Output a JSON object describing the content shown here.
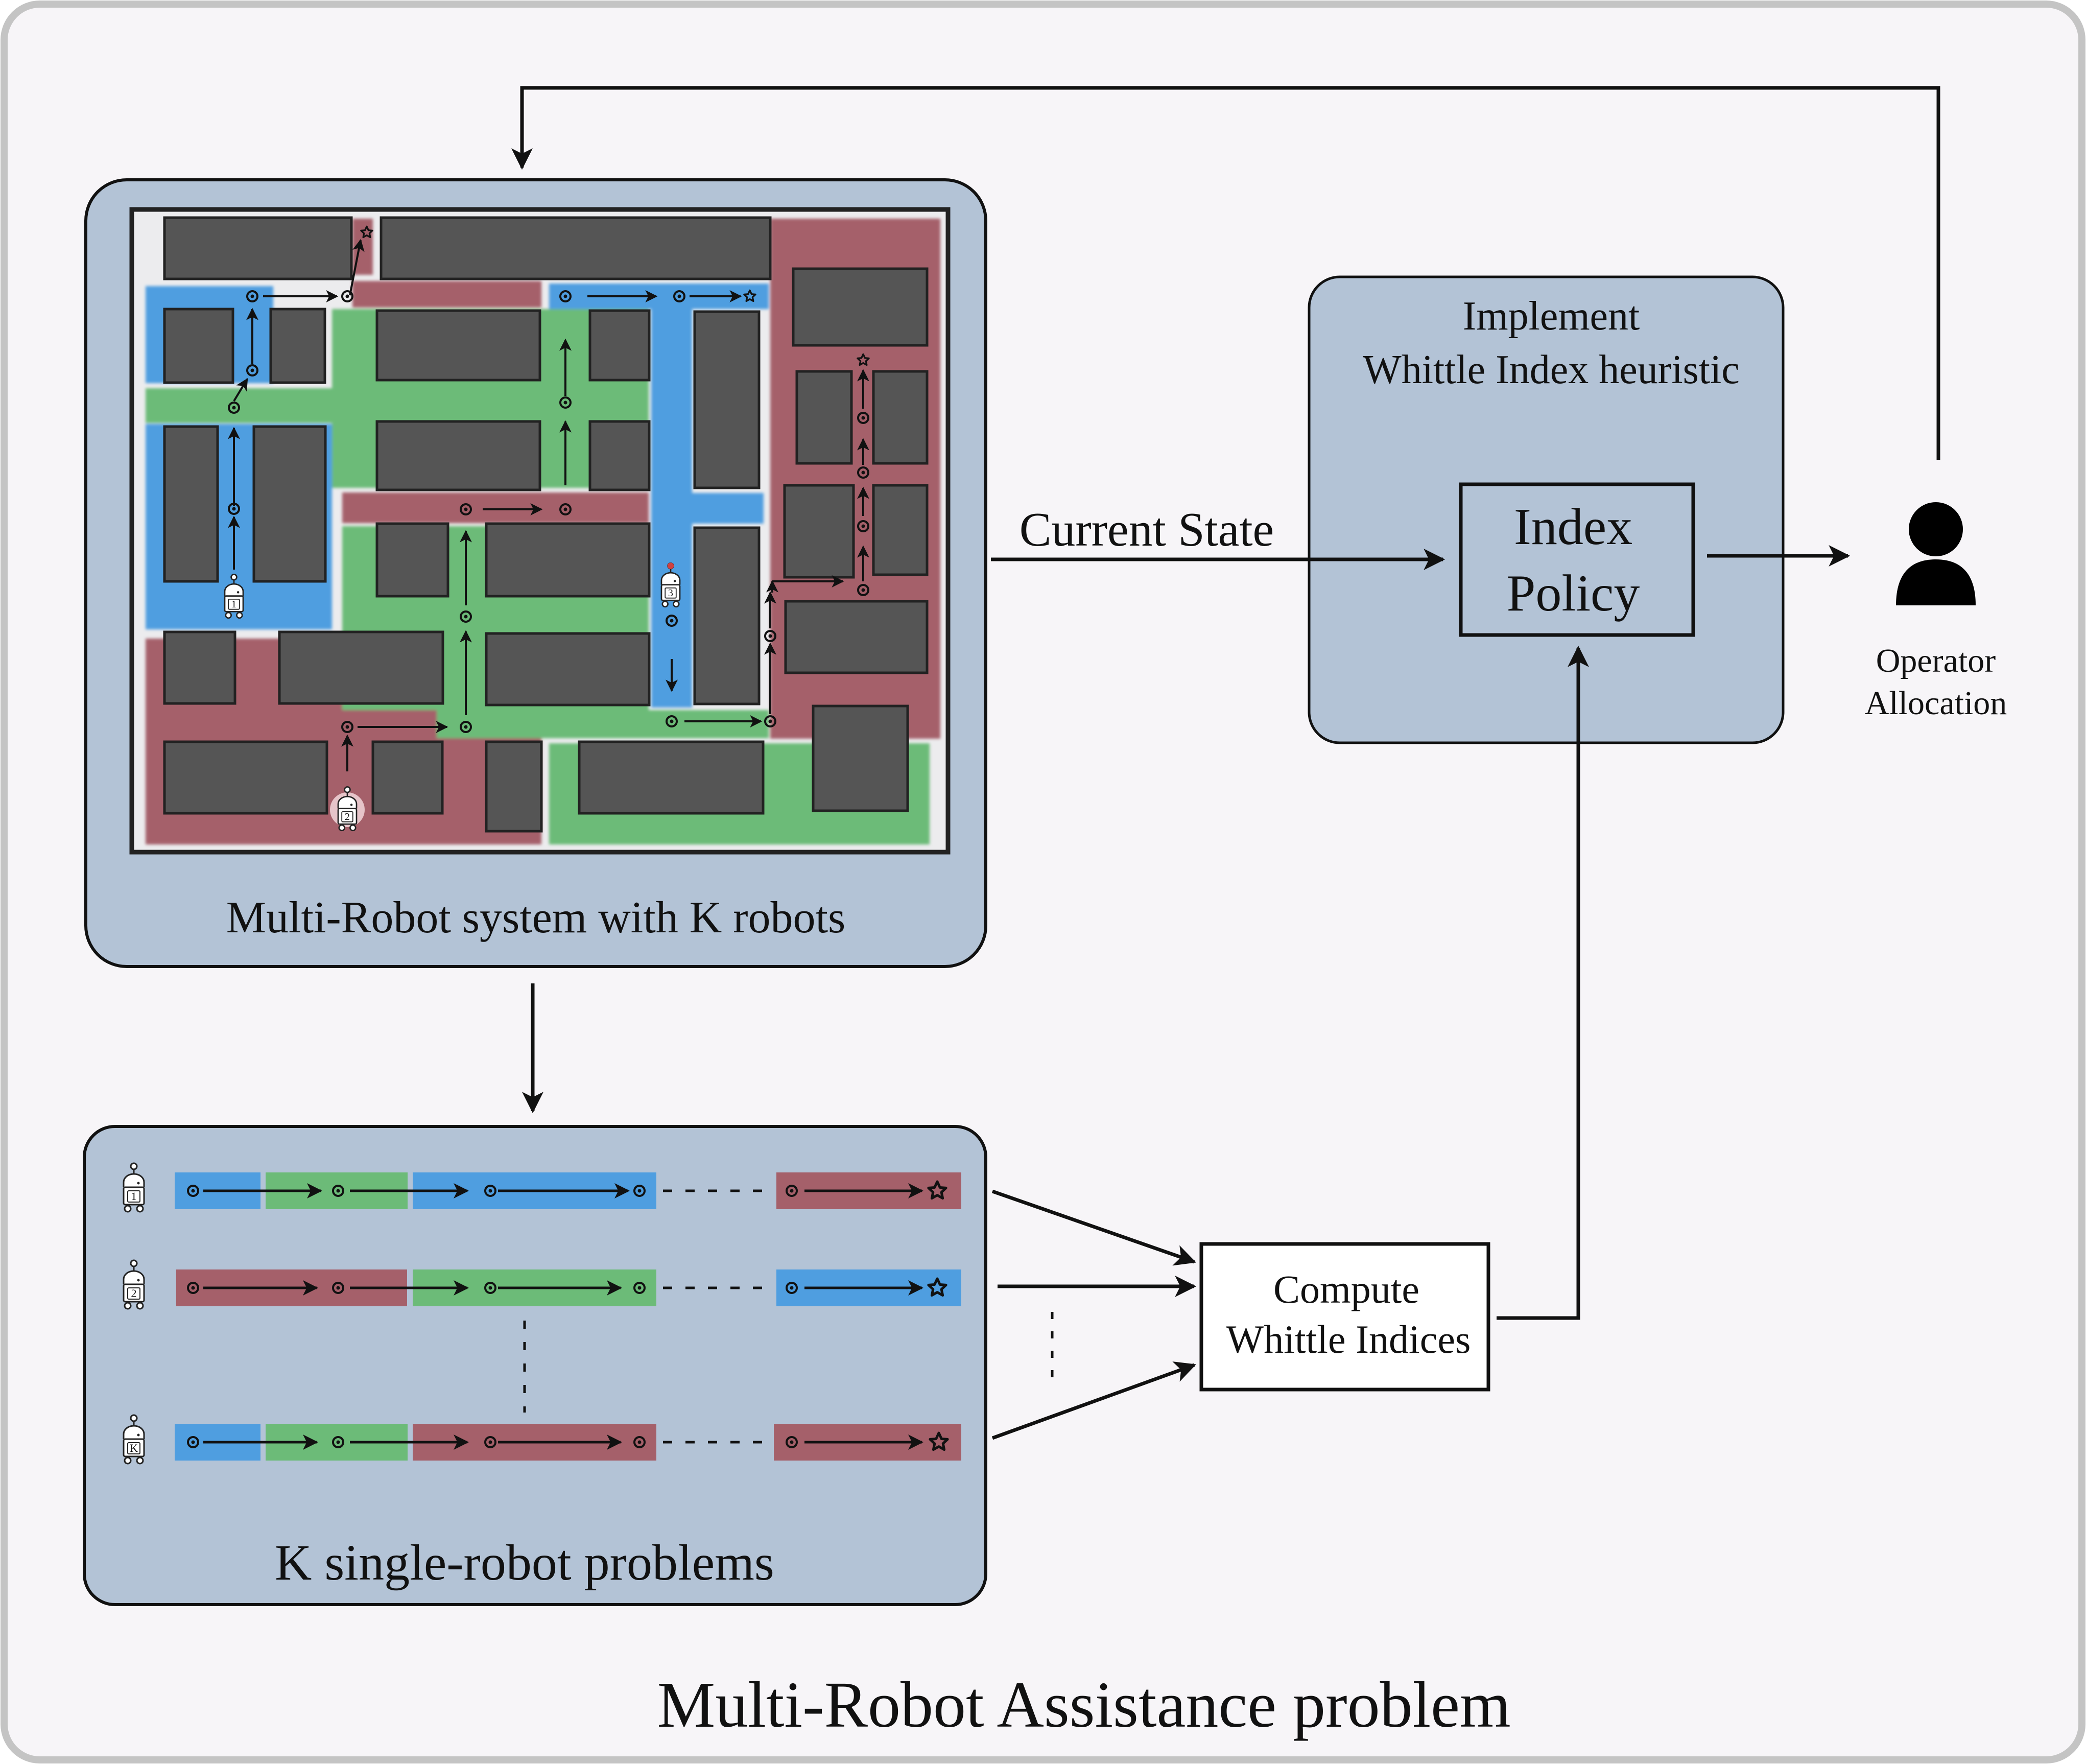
{
  "title": "Multi-Robot Assistance problem",
  "system_panel": {
    "label": "Multi-Robot system with K robots"
  },
  "problems_panel": {
    "label": "K single-robot problems"
  },
  "policy_panel": {
    "label_line1": "Implement",
    "label_line2": "Whittle Index heuristic",
    "box_line1": "Index",
    "box_line2": "Policy"
  },
  "compute_box": {
    "line1": "Compute",
    "line2": "Whittle Indices"
  },
  "current_state_label": "Current State",
  "operator": {
    "line1": "Operator",
    "line2": "Allocation"
  },
  "robots": [
    {
      "id": "1",
      "segments": [
        "blue",
        "green",
        "blue",
        "red"
      ]
    },
    {
      "id": "2",
      "segments": [
        "red",
        "red",
        "green",
        "blue"
      ]
    },
    {
      "id": "K",
      "segments": [
        "blue",
        "green",
        "red",
        "red"
      ]
    }
  ],
  "map_robot_ids": [
    "1",
    "2",
    "3"
  ],
  "colors": {
    "blue": "#4f9ee0",
    "green": "#6cbb78",
    "red": "#a5606a",
    "panel": "#b3c3d6",
    "background": "#f7f5f8",
    "obstacle": "#555555"
  }
}
